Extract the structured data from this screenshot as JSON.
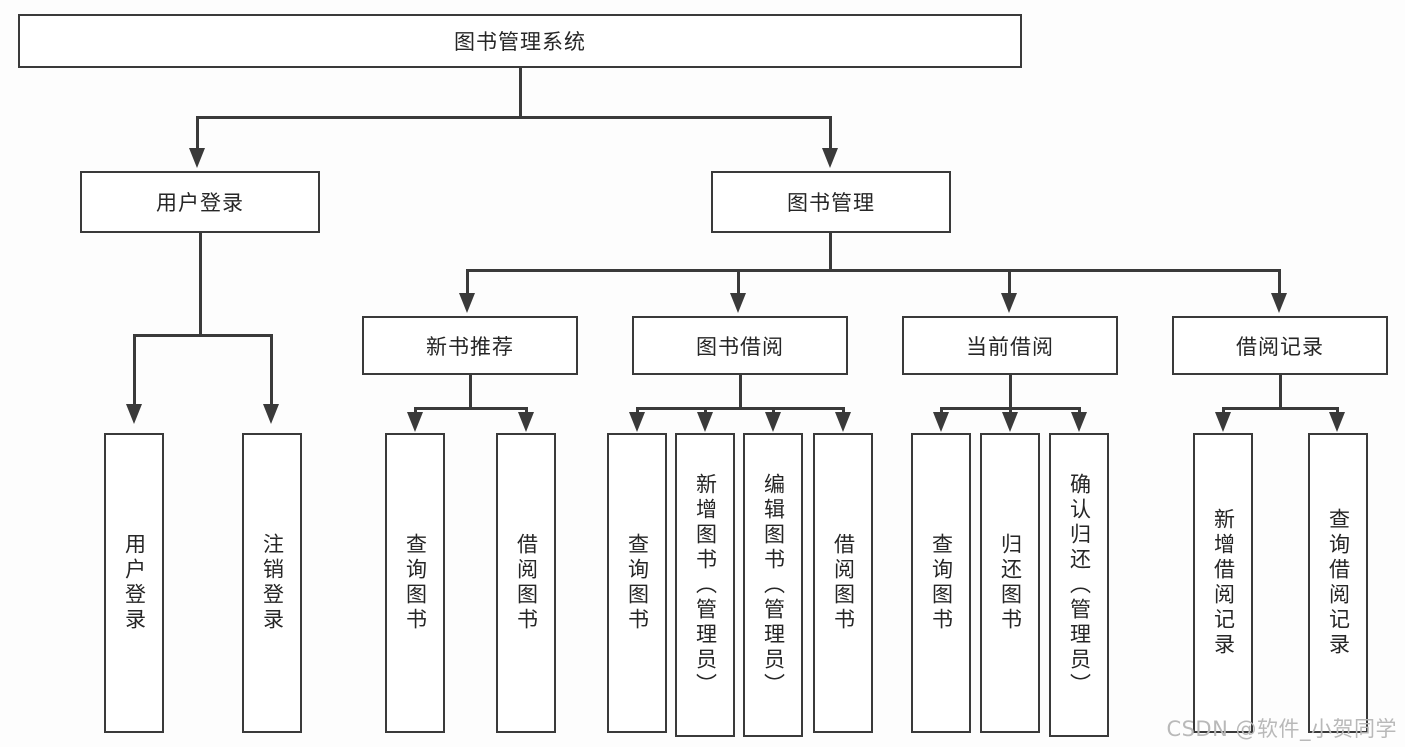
{
  "diagram": {
    "type": "tree-hierarchy",
    "title": "图书管理系统",
    "watermark": "CSDN @软件_小贺同学",
    "colors": {
      "background": "#fdfdfd",
      "node_fill": "#ffffff",
      "stroke": "#3a3a3a",
      "text": "#262626",
      "watermark": "#b9b9b9"
    },
    "root": {
      "label": "图书管理系统"
    },
    "level2": [
      {
        "label": "用户登录"
      },
      {
        "label": "图书管理"
      }
    ],
    "level3": [
      {
        "label": "新书推荐"
      },
      {
        "label": "图书借阅"
      },
      {
        "label": "当前借阅"
      },
      {
        "label": "借阅记录"
      }
    ],
    "leaves": {
      "user_login": [
        {
          "label": "用户登录"
        },
        {
          "label": "注销登录"
        }
      ],
      "new_book_recommend": [
        {
          "label": "查询图书"
        },
        {
          "label": "借阅图书"
        }
      ],
      "book_borrow": [
        {
          "label": "查询图书"
        },
        {
          "label": "新增图书（管理员）"
        },
        {
          "label": "编辑图书（管理员）"
        },
        {
          "label": "借阅图书"
        }
      ],
      "current_borrow": [
        {
          "label": "查询图书"
        },
        {
          "label": "归还图书"
        },
        {
          "label": "确认归还（管理员）"
        }
      ],
      "borrow_record": [
        {
          "label": "新增借阅记录"
        },
        {
          "label": "查询借阅记录"
        }
      ]
    }
  }
}
